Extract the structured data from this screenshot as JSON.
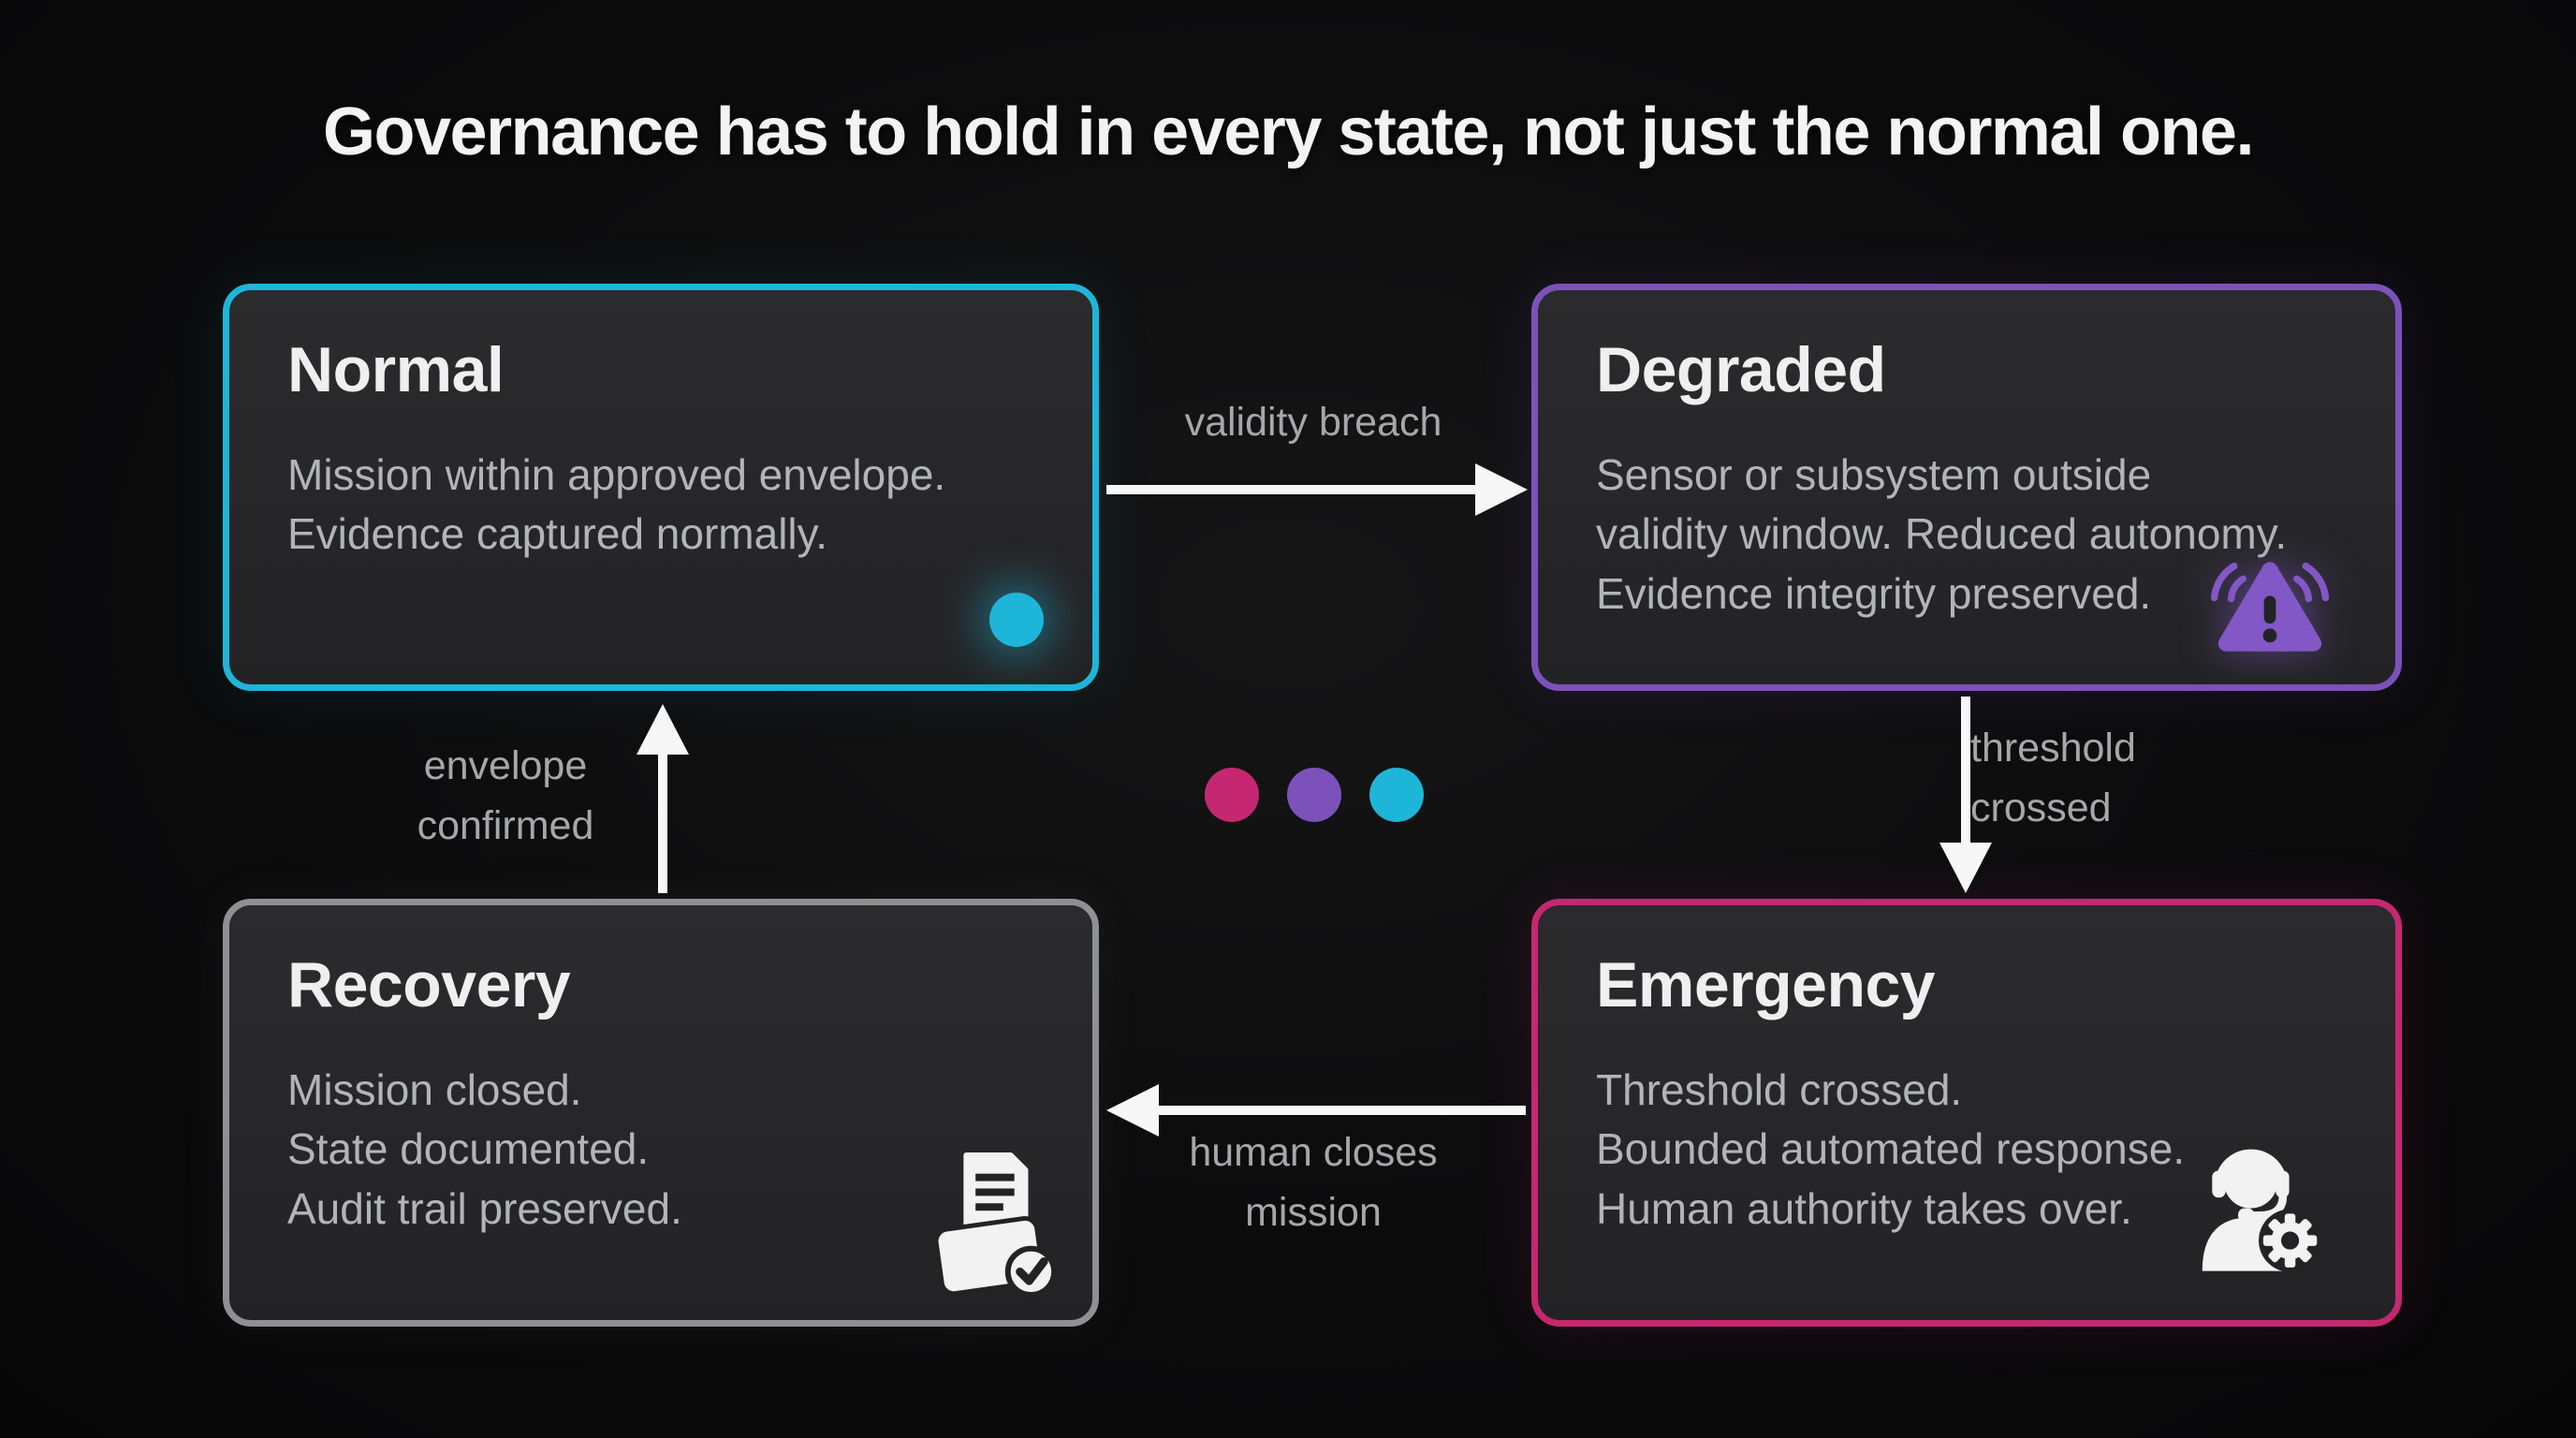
{
  "title": "Governance has to hold in every state, not just the normal one.",
  "states": {
    "normal": {
      "label": "Normal",
      "body": "Mission within approved envelope.\nEvidence captured normally.",
      "accent": "#1db6d9",
      "icon": "status-dot-icon"
    },
    "degraded": {
      "label": "Degraded",
      "body": "Sensor or subsystem outside\nvalidity window. Reduced autonomy.\nEvidence integrity preserved.",
      "accent": "#7c52ba",
      "icon": "alert-siren-icon"
    },
    "emergency": {
      "label": "Emergency",
      "body": "Threshold crossed.\nBounded automated response.\nHuman authority takes over.",
      "accent": "#c52871",
      "icon": "operator-headset-gear-icon"
    },
    "recovery": {
      "label": "Recovery",
      "body": "Mission closed.\nState documented.\nAudit trail preserved.",
      "accent": "#8e9092",
      "icon": "archive-check-icon"
    }
  },
  "transitions": {
    "normal_to_degraded": {
      "label": "validity breach"
    },
    "degraded_to_emergency": {
      "label": "threshold\ncrossed"
    },
    "emergency_to_recovery": {
      "label": "human closes\nmission"
    },
    "recovery_to_normal": {
      "label": "envelope\nconfirmed"
    }
  },
  "legend_dots": [
    {
      "name": "magenta-dot",
      "color": "#c52871"
    },
    {
      "name": "purple-dot",
      "color": "#7c52ba"
    },
    {
      "name": "cyan-dot",
      "color": "#1db6d9"
    }
  ]
}
